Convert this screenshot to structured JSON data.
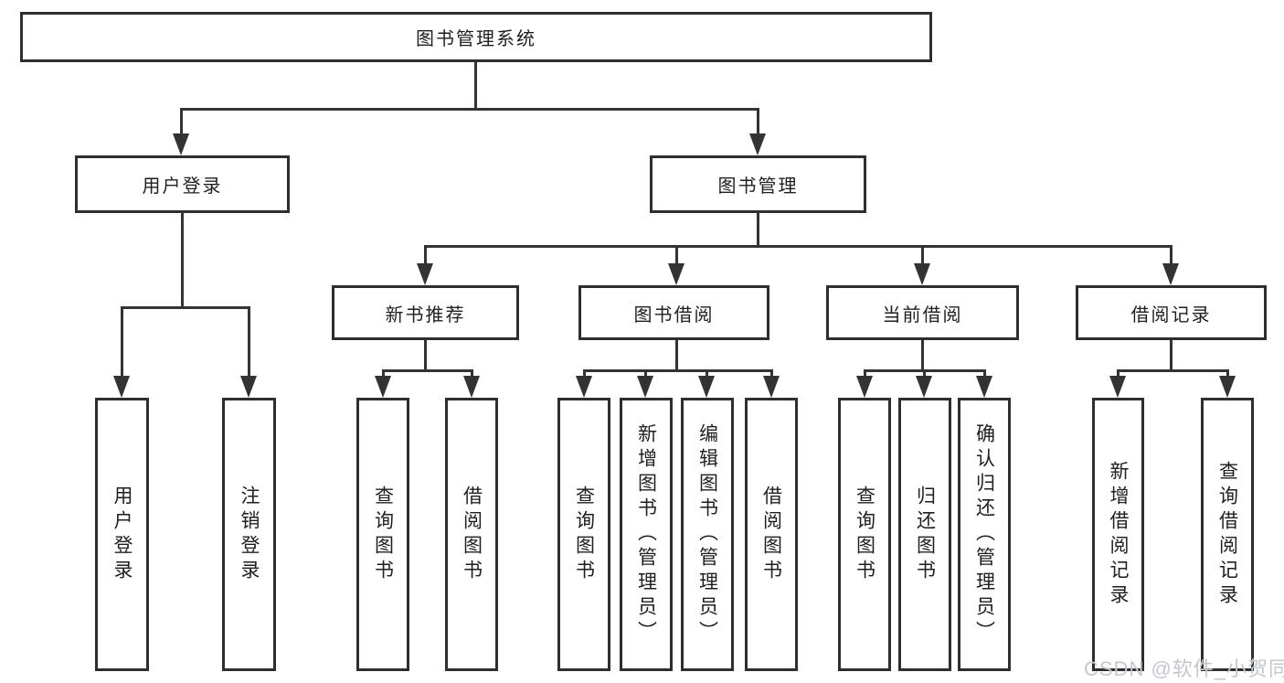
{
  "diagram": {
    "type": "hierarchy-tree",
    "root": {
      "label": "图书管理系统",
      "children": [
        {
          "label": "用户登录",
          "children": [
            {
              "label": "用户登录"
            },
            {
              "label": "注销登录"
            }
          ]
        },
        {
          "label": "图书管理",
          "children": [
            {
              "label": "新书推荐",
              "children": [
                {
                  "label": "查询图书"
                },
                {
                  "label": "借阅图书"
                }
              ]
            },
            {
              "label": "图书借阅",
              "children": [
                {
                  "label": "查询图书"
                },
                {
                  "label": "新增图书（管理员）"
                },
                {
                  "label": "编辑图书（管理员）"
                },
                {
                  "label": "借阅图书"
                }
              ]
            },
            {
              "label": "当前借阅",
              "children": [
                {
                  "label": "查询图书"
                },
                {
                  "label": "归还图书"
                },
                {
                  "label": "确认归还（管理员）"
                }
              ]
            },
            {
              "label": "借阅记录",
              "children": [
                {
                  "label": "新增借阅记录"
                },
                {
                  "label": "查询借阅记录"
                }
              ]
            }
          ]
        }
      ]
    }
  },
  "watermark": {
    "text": "CSDN @软件_小贺同学"
  },
  "colors": {
    "line": "#333333",
    "box_border": "#2e2e2e",
    "text": "#1f1f1f",
    "watermark": "#c3c7cf",
    "background": "#ffffff"
  }
}
